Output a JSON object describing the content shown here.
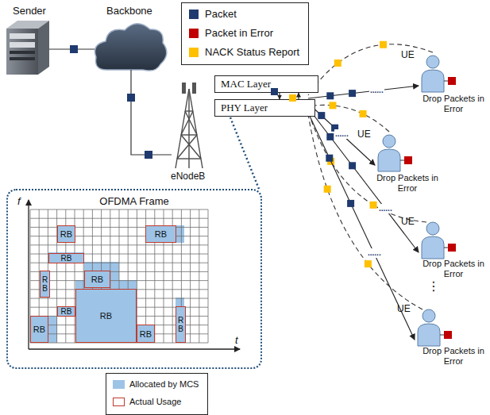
{
  "diagram": {
    "nodes": [
      {
        "text": [
          "MAC Layer"
        ]
      },
      {
        "text": [
          "PHY Layer"
        ]
      },
      {
        "text": [
          "OFDMA Frame"
        ]
      },
      {
        "text": [
          "RB"
        ],
        "in": 2
      },
      {
        "text": [
          "RB"
        ],
        "in": 2
      },
      {
        "text": [
          "RB"
        ],
        "in": 2
      },
      {
        "text": [
          "R B"
        ],
        "in": 2
      },
      {
        "text": [
          "RB"
        ],
        "in": 2
      },
      {
        "text": [
          "RB"
        ],
        "in": 2
      },
      {
        "text": [
          "RB"
        ],
        "in": 2
      },
      {
        "text": [
          "RB"
        ],
        "in": 2
      },
      {
        "text": [
          "RB"
        ],
        "in": 2
      },
      {
        "text": [
          "R B"
        ],
        "in": 2
      }
    ],
    "edges": [
      {
        "from": 0,
        "to": 1,
        "arrow": "to"
      },
      {
        "from": 1,
        "to": 0,
        "arrow": "to"
      }
    ],
    "labels": [
      "Sender",
      "Backbone",
      "eNodeB",
      "f",
      "t",
      "UE",
      "Drop Packets in Error",
      "UE",
      "Drop Packets in Error",
      "UE",
      "Drop Packets in Error",
      "UE",
      "Drop Packets in Error",
      "......",
      "......",
      "......",
      "......",
      "⋮"
    ],
    "legend": [
      {
        "text": "Packet",
        "color": "#1f3a6e"
      },
      {
        "text": "Packet in Error",
        "color": "#c00000"
      },
      {
        "text": "NACK Status Report",
        "color": "#ffc000"
      },
      {
        "text": "Allocated by MCS",
        "color": "#9dc3e6"
      },
      {
        "text": "Actual Usage"
      }
    ]
  }
}
